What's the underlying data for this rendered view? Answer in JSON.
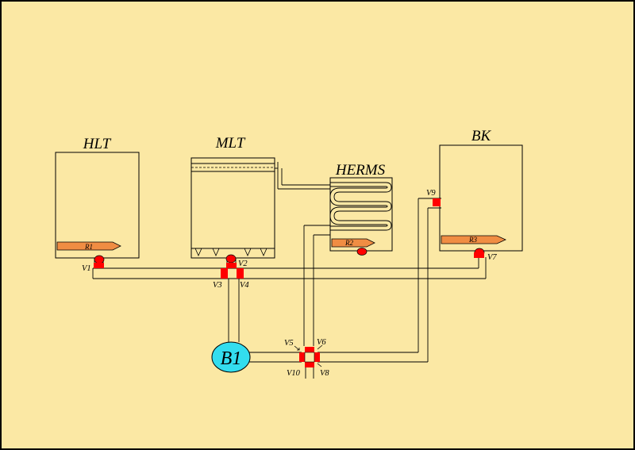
{
  "colors": {
    "background": "#fbe8a4",
    "valve": "#ff0000",
    "heater": "#f08d43",
    "pump": "#33ddee",
    "line": "#000000"
  },
  "vessels": {
    "hlt": "HLT",
    "mlt": "MLT",
    "herms": "HERMS",
    "bk": "BK"
  },
  "heaters": {
    "r1": "R1",
    "r2": "R2",
    "r3": "R3"
  },
  "pump": "B1",
  "valves": {
    "v1": "V1",
    "v2": "V2",
    "v3": "V3",
    "v4": "V4",
    "v5": "V5",
    "v6": "V6",
    "v7": "V7",
    "v8": "V8",
    "v9": "V9",
    "v10": "V10"
  },
  "icons": {
    "sensor": "temperature-sensor-icon",
    "arrow": "arrow-icon"
  }
}
